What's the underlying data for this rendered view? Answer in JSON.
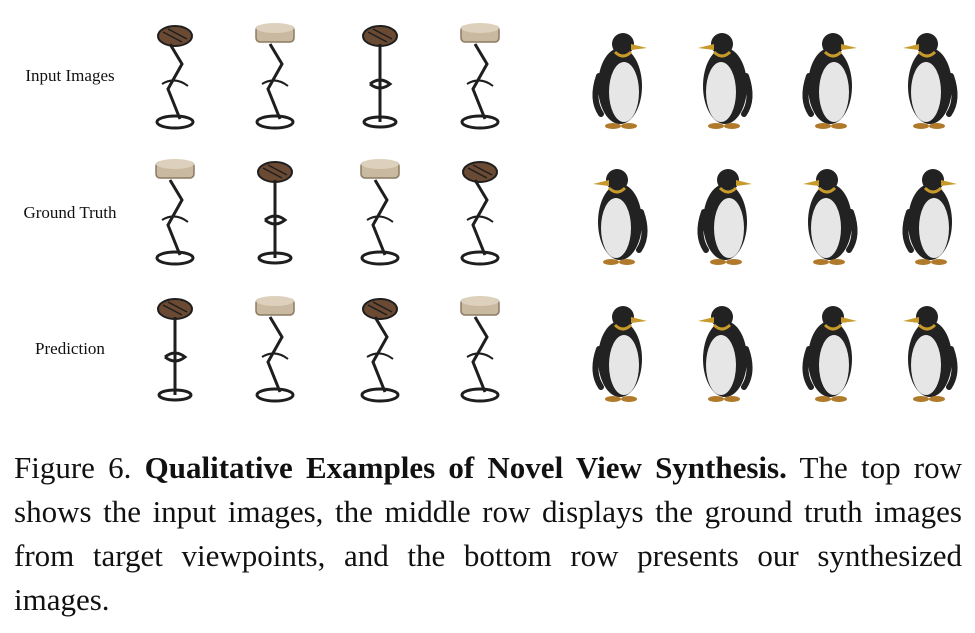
{
  "figure": {
    "row_labels": [
      "Input Images",
      "Ground Truth",
      "Prediction"
    ],
    "object_types": [
      "stool",
      "penguin"
    ],
    "views_per_object": 4,
    "colors": {
      "stool_seat": "#c9b9a0",
      "stool_seat_dark": "#6b4a34",
      "stool_frame": "#1e1e1e",
      "penguin_back": "#222222",
      "penguin_belly": "#e6e6e6",
      "penguin_beak": "#c89a2a",
      "penguin_feet": "#b07a2a"
    }
  },
  "caption": {
    "label": "Figure 6.",
    "title": "Qualitative Examples of Novel View Synthesis.",
    "body": "The top row shows the input images, the middle row displays the ground truth images from target viewpoints, and the bottom row presents our synthesized images."
  }
}
